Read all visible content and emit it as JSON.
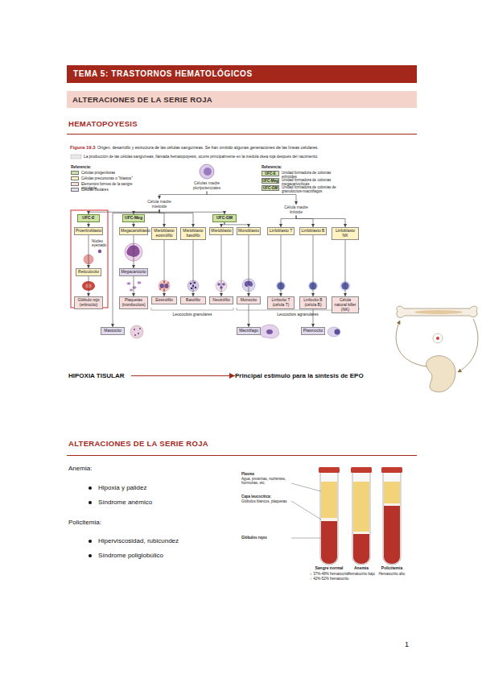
{
  "diagram": {
    "title": "TEMA 5: TRASTORNOS HEMATOLÓGICOS",
    "nodes": [
      {
        "text": [
          "Células madre pluripotenciales"
        ]
      },
      {
        "text": [
          "Célula madre mieloide"
        ]
      },
      {
        "text": [
          "Célula madre linfoide"
        ]
      },
      {
        "text": [
          "UFC-E"
        ]
      },
      {
        "text": [
          "UFC-Meg"
        ]
      },
      {
        "text": [
          "UFC-GM"
        ]
      },
      {
        "text": [
          "Proeritroblasto"
        ]
      },
      {
        "text": [
          "Megacarioblasto"
        ]
      },
      {
        "text": [
          "Mieloblasto eosinófilo"
        ]
      },
      {
        "text": [
          "Mieloblasto basófilo"
        ]
      },
      {
        "text": [
          "Mieloblasto"
        ]
      },
      {
        "text": [
          "Monoblasto"
        ]
      },
      {
        "text": [
          "Linfoblasto T"
        ]
      },
      {
        "text": [
          "Linfoblasto B"
        ]
      },
      {
        "text": [
          "Linfoblasto NK"
        ]
      },
      {
        "text": [
          "Reticulocito"
        ]
      },
      {
        "text": [
          "Megacariocito"
        ]
      },
      {
        "text": [
          "Glóbulo rojo (eritrocito)"
        ]
      },
      {
        "text": [
          "Plaquetas (trombocitos)"
        ]
      },
      {
        "text": [
          "Eosinófilo"
        ]
      },
      {
        "text": [
          "Basófilo"
        ]
      },
      {
        "text": [
          "Neutrófilo"
        ]
      },
      {
        "text": [
          "Monocito"
        ]
      },
      {
        "text": [
          "Linfocito T (célula T)"
        ]
      },
      {
        "text": [
          "Linfocito B (célula B)"
        ]
      },
      {
        "text": [
          "Célula natural killer (NK)"
        ]
      },
      {
        "text": [
          "Mastocito"
        ]
      },
      {
        "text": [
          "Macrófago"
        ]
      },
      {
        "text": [
          "Plasmocito"
        ]
      },
      {
        "text": [
          "HIPOXIA TISULAR"
        ]
      },
      {
        "text": [
          "Principal estímulo para la síntesis de EPO"
        ]
      }
    ],
    "edges": [
      {
        "from": 0,
        "to": 1,
        "arrow": "to"
      },
      {
        "from": 0,
        "to": 2,
        "arrow": "to"
      },
      {
        "from": 1,
        "to": 3,
        "arrow": "to"
      },
      {
        "from": 1,
        "to": 4,
        "arrow": "to"
      },
      {
        "from": 1,
        "to": 5,
        "arrow": "to"
      },
      {
        "from": 1,
        "to": 8,
        "arrow": "to"
      },
      {
        "from": 1,
        "to": 9,
        "arrow": "to"
      },
      {
        "from": 1,
        "to": 26,
        "arrow": "to"
      },
      {
        "from": 5,
        "to": 10,
        "arrow": "to"
      },
      {
        "from": 5,
        "to": 11,
        "arrow": "to"
      },
      {
        "from": 2,
        "to": 12,
        "arrow": "to"
      },
      {
        "from": 2,
        "to": 13,
        "arrow": "to"
      },
      {
        "from": 2,
        "to": 14,
        "arrow": "to"
      },
      {
        "from": 3,
        "to": 6,
        "arrow": "to"
      },
      {
        "from": 6,
        "to": 15,
        "arrow": "to"
      },
      {
        "from": 15,
        "to": 17,
        "arrow": "to"
      },
      {
        "from": 4,
        "to": 7,
        "arrow": "to"
      },
      {
        "from": 7,
        "to": 16,
        "arrow": "to"
      },
      {
        "from": 16,
        "to": 18,
        "arrow": "to"
      },
      {
        "from": 8,
        "to": 19,
        "arrow": "to"
      },
      {
        "from": 9,
        "to": 20,
        "arrow": "to"
      },
      {
        "from": 10,
        "to": 21,
        "arrow": "to"
      },
      {
        "from": 11,
        "to": 22,
        "arrow": "to"
      },
      {
        "from": 12,
        "to": 23,
        "arrow": "to"
      },
      {
        "from": 13,
        "to": 24,
        "arrow": "to"
      },
      {
        "from": 14,
        "to": 25,
        "arrow": "to"
      },
      {
        "from": 22,
        "to": 27,
        "arrow": "to"
      },
      {
        "from": 24,
        "to": 28,
        "arrow": "to"
      },
      {
        "from": 29,
        "to": 30,
        "arrow": "to"
      }
    ],
    "labels": [
      "Figura 19.3",
      "Origen, desarrollo y estructura de las células sanguíneas. Se han omitido algunas generaciones de las líneas celulares.",
      "La producción de las células sanguíneas, llamada hematopoyesis, ocurre principalmente en la médula ósea roja después del nacimiento.",
      "Referencia:",
      "Referencia:",
      "UFC-E",
      "UFC-Meg",
      "UFC-GM",
      "Núcleo eyectado",
      "Leucocitos granulares",
      "Leucocitos agranulares",
      "ALTERACIONES DE LA SERIE ROJA",
      "HEMATOPOYESIS",
      "ALTERACIONES DE LA SERIE ROJA",
      "Anemia:",
      "Hipoxia y palidez",
      "Síndrome anémico",
      "Policitemia:",
      "Hiperviscosidad, rubicundez",
      "Síndrome poliglobúlico",
      "Plasma",
      "Agua, proteínas, nutrientes, hormonas, etc.",
      "Capa leucocítica:",
      "Glóbulos blancos, plaquetas",
      "Glóbulos rojos",
      "Sangre normal",
      "♀ 37%-48% hematocrito",
      "♂ 42%-52% hematocrito",
      "Anemia",
      "Hematocrito bajo",
      "Policitemia",
      "Hematocrito alto",
      "1"
    ],
    "legend": [
      {
        "text": "Células progenitoras",
        "color": "#cfe2a8"
      },
      {
        "text": "Células precursoras o \"blastos\"",
        "color": "#fff3c4"
      },
      {
        "text": "Elementos formes de la sangre circulante",
        "color": "#f9dede"
      },
      {
        "text": "Células tisulares",
        "color": "#e3d9ee"
      },
      {
        "text": "Unidad formadora de colonias eritroides",
        "color": "#cfe2a8"
      },
      {
        "text": "Unidad formadora de colonias megacariocíticas",
        "color": "#cfe2a8"
      },
      {
        "text": "Unidad formadora de colonias de granulocitos-macrófagos",
        "color": "#cfe2a8"
      }
    ]
  }
}
